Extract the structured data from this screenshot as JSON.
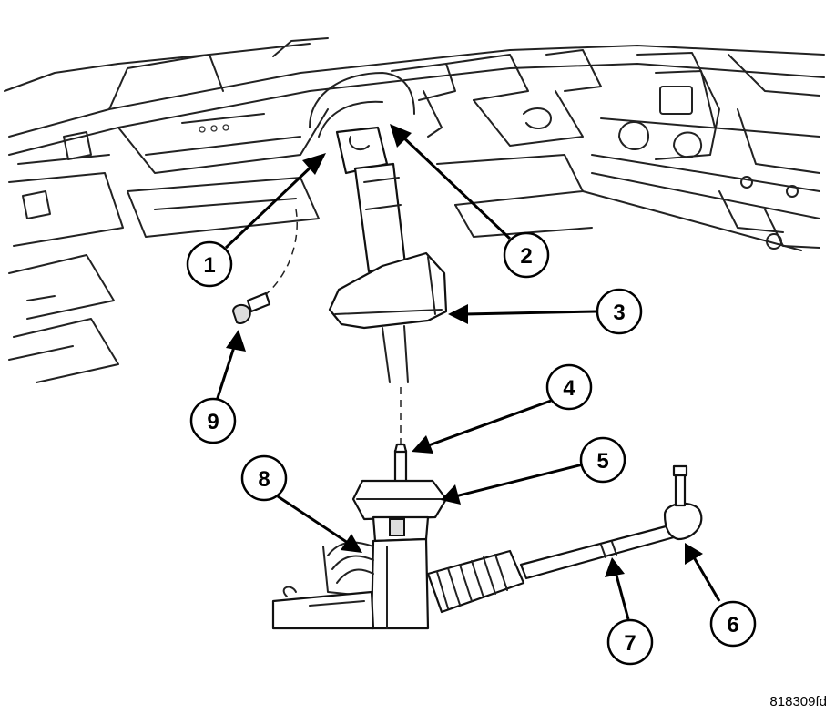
{
  "figure": {
    "reference_code": "818309fd"
  },
  "callouts": [
    {
      "label": "1"
    },
    {
      "label": "2"
    },
    {
      "label": "3"
    },
    {
      "label": "4"
    },
    {
      "label": "5"
    },
    {
      "label": "6"
    },
    {
      "label": "7"
    },
    {
      "label": "8"
    },
    {
      "label": "9"
    }
  ]
}
